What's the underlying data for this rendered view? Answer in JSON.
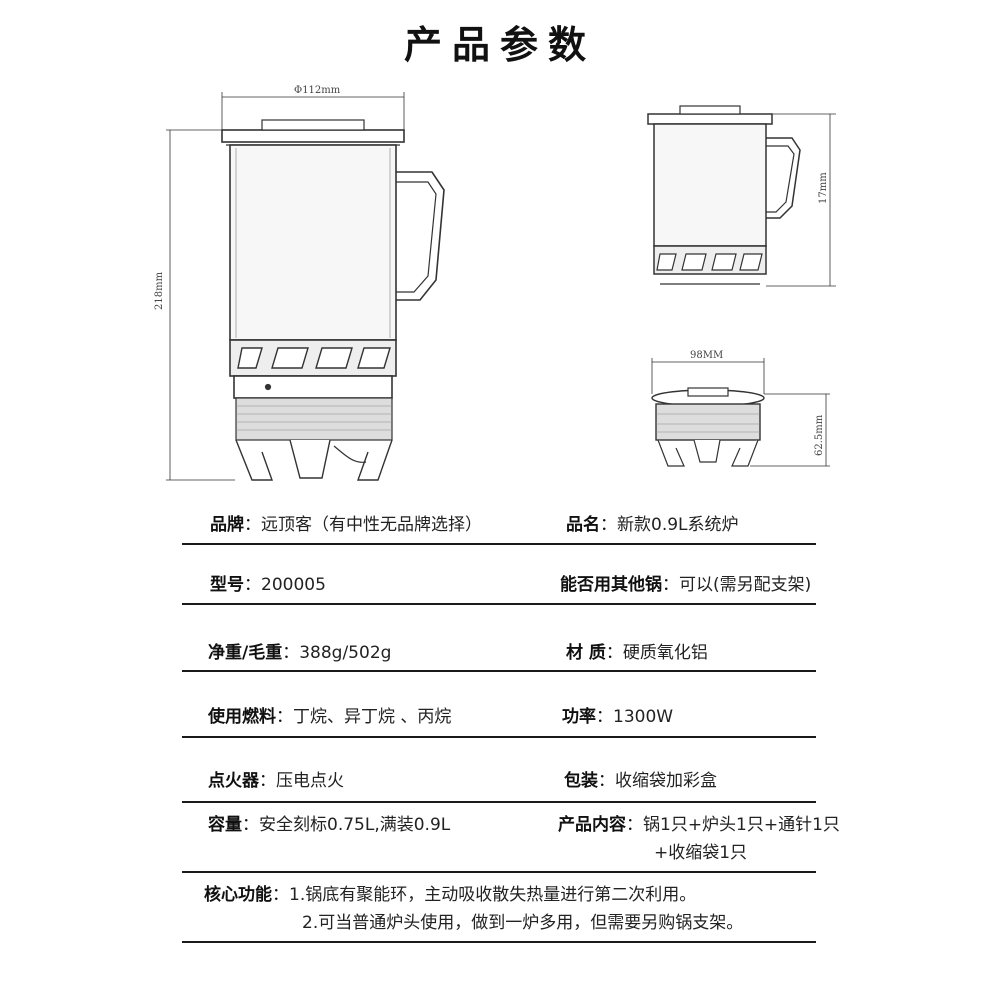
{
  "title": "产品参数",
  "dimensions": {
    "diameter": "Φ112mm",
    "height_total": "218mm",
    "height_cup": "17mm",
    "stove_width": "98MM",
    "stove_height": "62.5mm"
  },
  "specs": {
    "brand_label": "品牌",
    "brand_value": "远顶客（有中性无品牌选择）",
    "name_label": "品名",
    "name_value": "新款0.9L系统炉",
    "model_label": "型号",
    "model_value": "200005",
    "compat_label": "能否用其他锅",
    "compat_value": "可以(需另配支架)",
    "weight_label": "净重/毛重",
    "weight_value": "388g/502g",
    "material_label": "材 质",
    "material_value": "硬质氧化铝",
    "fuel_label": "使用燃料",
    "fuel_value": "丁烷、异丁烷 、丙烷",
    "power_label": "功率",
    "power_value": "1300W",
    "ignition_label": "点火器",
    "ignition_value": "压电点火",
    "package_label": "包装",
    "package_value": "收缩袋加彩盒",
    "capacity_label": "容量",
    "capacity_value": "安全刻标0.75L,满装0.9L",
    "contents_label": "产品内容",
    "contents_value_1": "锅1只+炉头1只+通针1只",
    "contents_value_2": "+收缩袋1只",
    "core_label": "核心功能",
    "core_value_1": "1.锅底有聚能环，主动吸收散失热量进行第二次利用。",
    "core_value_2": "2.可当普通炉头使用，做到一炉多用，但需要另购锅支架。"
  }
}
